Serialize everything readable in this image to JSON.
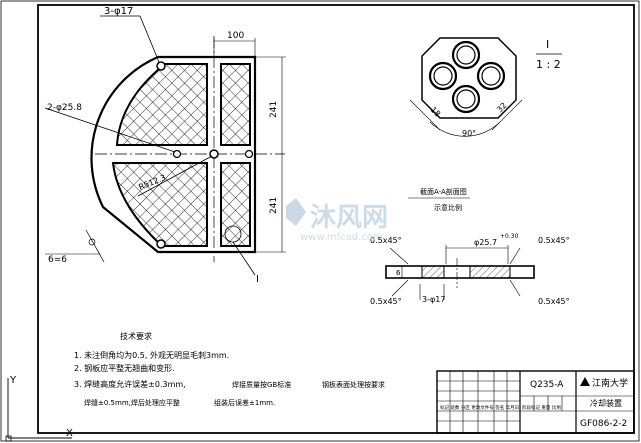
{
  "drawing": {
    "front_view": {
      "hole_label": "3-φ17",
      "width_dim": "100",
      "upper_height_dim": "241",
      "lower_height_dim": "241",
      "center_hole_label": "2-φ25.8",
      "radius_label": "R512.3",
      "section_label": "6=6",
      "mark_label": "I"
    },
    "detail_view": {
      "title": "I",
      "scale": "1 : 2",
      "dim_left": "18",
      "dim_right": "32",
      "angle": "90°"
    },
    "section_view": {
      "note_line1": "截面A-A剖面图",
      "note_line2": "示意比例",
      "chamfer_tl": "0.5x45°",
      "chamfer_tr": "0.5x45°",
      "chamfer_bl": "0.5x45°",
      "chamfer_br": "0.5x45°",
      "bore_dim": "φ25.7",
      "tolerance": "+0.30",
      "hole_label": "3-φ17",
      "thickness": "6"
    },
    "tech_req": {
      "title": "技术要求",
      "items": [
        "1. 未注倒角均为0.5, 外观无明显毛刺3mm.",
        "2. 钢板应平整无翘曲和变形.",
        "3. 焊缝高度允许误差±0.3mm,",
        "焊接质量按GB标准",
        "钢板表面处理按要求",
        "焊缝±0.5mm,焊后处理应平整",
        "组装后误差±1mm."
      ]
    },
    "title_block": {
      "material": "Q235-A",
      "company": "江南大学",
      "part_name": "冷却装置",
      "drawing_no": "GF086-2-2",
      "scale_row": "标记 处数 分区 更改文件号 签名 年月日",
      "stage_row": "阶段标记 重量 比例"
    },
    "axes": {
      "y": "Y",
      "x": "X"
    },
    "watermark": {
      "brand": "沐风网",
      "url": "www.mfcad.com"
    }
  }
}
